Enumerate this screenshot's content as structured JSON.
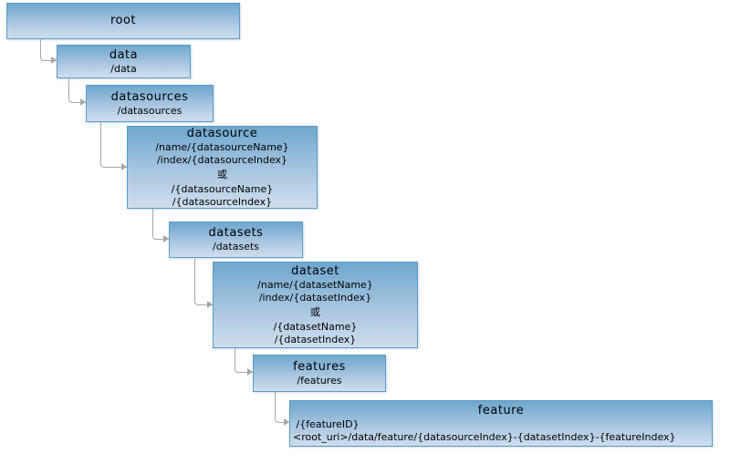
{
  "page": {
    "background_color": "#ffffff",
    "kind": "REST resource hierarchy diagram"
  },
  "diagram": {
    "colors": {
      "node_fill_top": "#6fa7ce",
      "node_fill_bottom": "#cfdeed",
      "node_border": "#5b9bc7",
      "connector": "#a6a6a6",
      "text": "#000000"
    },
    "nodes": [
      {
        "id": "root",
        "title": "root",
        "lines": []
      },
      {
        "id": "data",
        "title": "data",
        "lines": [
          "/data"
        ]
      },
      {
        "id": "datasources",
        "title": "datasources",
        "lines": [
          "/datasources"
        ]
      },
      {
        "id": "datasource",
        "title": "datasource",
        "lines": [
          "/name/{datasourceName}",
          "/index/{datasourceIndex}",
          "或",
          "/{datasourceName}",
          "/{datasourceIndex}"
        ]
      },
      {
        "id": "datasets",
        "title": "datasets",
        "lines": [
          "/datasets"
        ]
      },
      {
        "id": "dataset",
        "title": "dataset",
        "lines": [
          "/name/{datasetName}",
          "/index/{datasetIndex}",
          "或",
          "/{datasetName}",
          "/{datasetIndex}"
        ]
      },
      {
        "id": "features",
        "title": "features",
        "lines": [
          "/features"
        ]
      },
      {
        "id": "feature",
        "title": "feature",
        "lines": [
          " /{featureID}",
          "<root_uri>/data/feature/{datasourceIndex}-{datasetIndex}-{featureIndex}"
        ]
      }
    ],
    "edges": [
      {
        "from": "root",
        "to": "data"
      },
      {
        "from": "data",
        "to": "datasources"
      },
      {
        "from": "datasources",
        "to": "datasource"
      },
      {
        "from": "datasource",
        "to": "datasets"
      },
      {
        "from": "datasets",
        "to": "dataset"
      },
      {
        "from": "dataset",
        "to": "features"
      },
      {
        "from": "features",
        "to": "feature"
      }
    ]
  }
}
